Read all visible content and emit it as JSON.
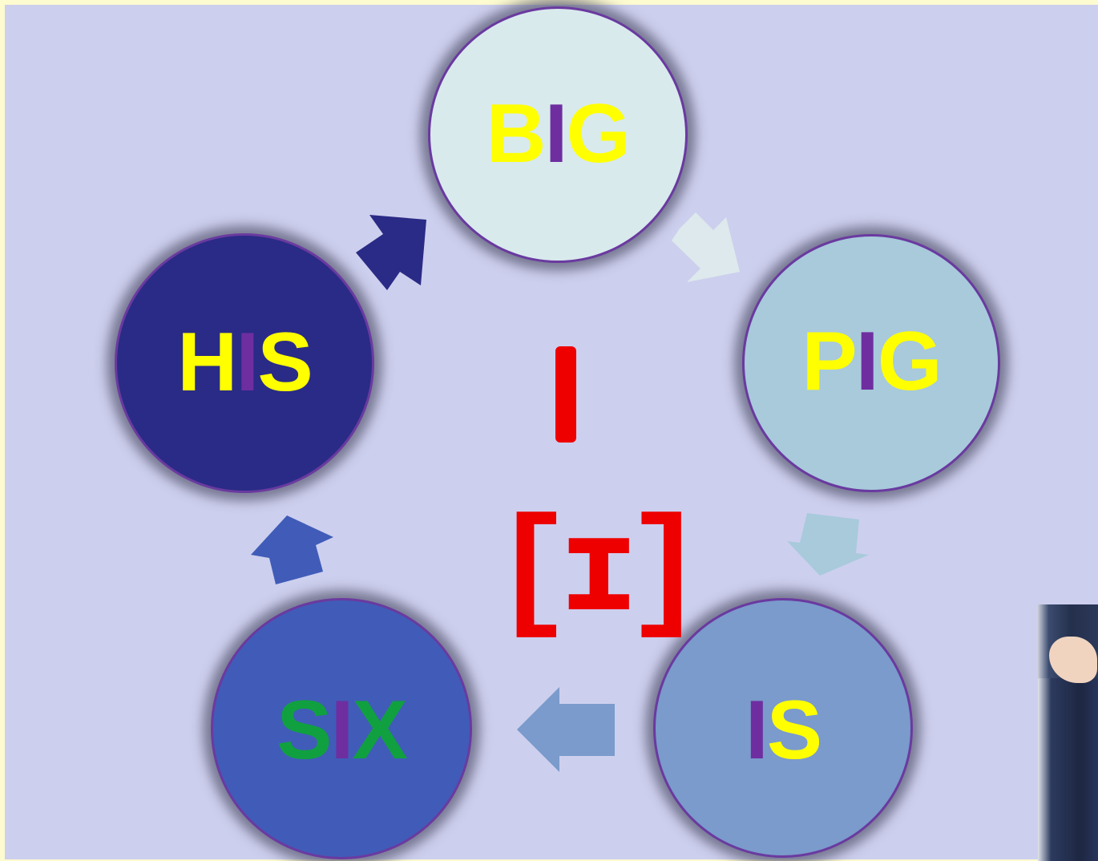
{
  "diagram": {
    "nodes": [
      {
        "id": "big",
        "parts": [
          "B",
          "I",
          "G"
        ],
        "colors": [
          "#ffff00",
          "#6e2ea0",
          "#ffff00"
        ],
        "fill": "#d9eaed"
      },
      {
        "id": "pig",
        "parts": [
          "P",
          "I",
          "G"
        ],
        "colors": [
          "#ffff00",
          "#6e2ea0",
          "#ffff00"
        ],
        "fill": "#a8cadb"
      },
      {
        "id": "is",
        "parts": [
          "I",
          "S"
        ],
        "colors": [
          "#6e2ea0",
          "#ffff00"
        ],
        "fill": "#7a9bcb"
      },
      {
        "id": "six",
        "parts": [
          "S",
          "I",
          "X"
        ],
        "colors": [
          "#10a040",
          "#6e2ea0",
          "#10a040"
        ],
        "fill": "#405cb8"
      },
      {
        "id": "his",
        "parts": [
          "H",
          "I",
          "S"
        ],
        "colors": [
          "#ffff00",
          "#6e2ea0",
          "#ffff00"
        ],
        "fill": "#2a2b86"
      }
    ],
    "center": {
      "letter": "I",
      "phoneme": "[ɪ]",
      "color": "#ee0000"
    },
    "arrow_colors": {
      "big_to_pig": "#dde9ec",
      "pig_to_is": "#a8cadb",
      "is_to_six": "#7a9bcb",
      "six_to_his": "#405cb8",
      "his_to_big": "#2a2b86"
    },
    "panel_color": "#cdcfee",
    "border_color": "#fdfbd0"
  }
}
